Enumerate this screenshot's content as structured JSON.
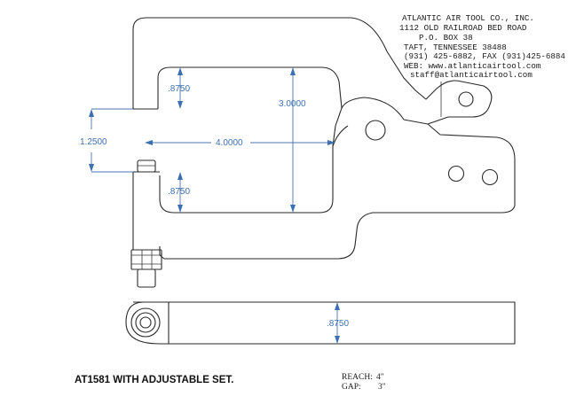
{
  "company": {
    "name": "ATLANTIC AIR TOOL CO., INC.",
    "address1": "1112 OLD RAILROAD BED ROAD",
    "address2": "P.O. BOX 38",
    "city": "TAFT, TENNESSEE  38488",
    "phone": "(931) 425-6882, FAX (931)425-6884",
    "web": "WEB: www.atlanticairtool.com",
    "email": "staff@atlanticairtool.com"
  },
  "dimensions": {
    "upper_jaw_thickness": ".8750",
    "throat_depth": "3.0000",
    "opening": "1.2500",
    "reach": "4.0000",
    "lower_jaw_thickness": ".8750",
    "bottom_view_thickness": ".8750"
  },
  "part": {
    "label": "AT1581 WITH ADJUSTABLE SET."
  },
  "specs": {
    "reach_label": "REACH:",
    "reach_value": "4\"",
    "gap_label": "GAP:",
    "gap_value": "3\""
  },
  "colors": {
    "dimension": "#3d6fb3",
    "outline": "#2a2a2a",
    "background": "#ffffff"
  }
}
